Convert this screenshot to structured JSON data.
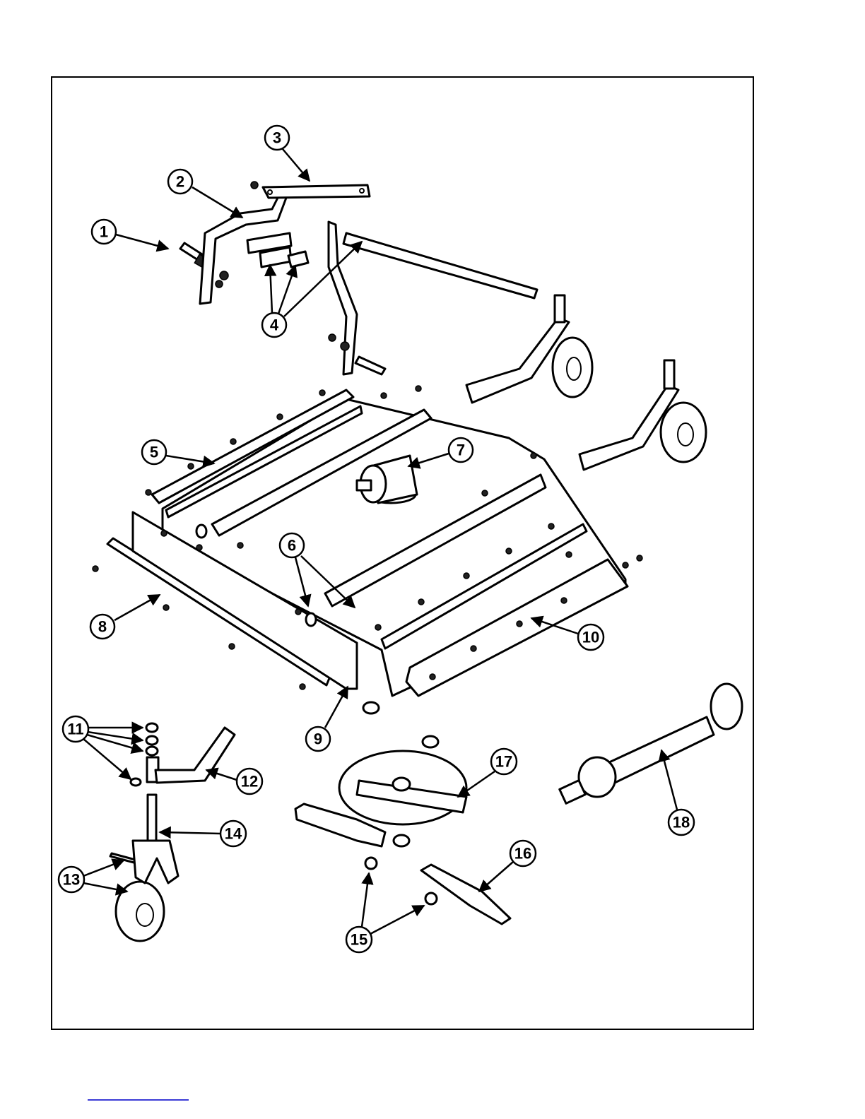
{
  "callouts": [
    {
      "label": "1"
    },
    {
      "label": "2"
    },
    {
      "label": "3"
    },
    {
      "label": "4"
    },
    {
      "label": "5"
    },
    {
      "label": "6"
    },
    {
      "label": "7"
    },
    {
      "label": "8"
    },
    {
      "label": "9"
    },
    {
      "label": "10"
    },
    {
      "label": "11"
    },
    {
      "label": "12"
    },
    {
      "label": "13"
    },
    {
      "label": "14"
    },
    {
      "label": "15"
    },
    {
      "label": "16"
    },
    {
      "label": "17"
    },
    {
      "label": "18"
    }
  ],
  "colors": {
    "line": "#000000",
    "footer_rule": "#3b3bd6"
  }
}
